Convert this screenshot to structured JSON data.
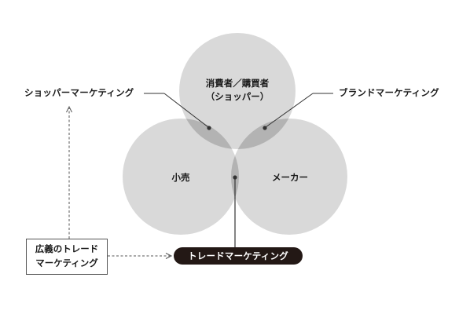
{
  "diagram": {
    "circles": {
      "consumer_line1": "消費者／購買者",
      "consumer_line2": "（ショッパー）",
      "retail": "小売",
      "maker": "メーカー"
    },
    "labels": {
      "shopper_marketing": "ショッパーマーケティング",
      "brand_marketing": "ブランドマーケティング",
      "trade_marketing": "トレードマーケティング",
      "broad_trade_line1": "広義のトレード",
      "broad_trade_line2": "マーケティング"
    },
    "colors": {
      "circle_fill": "#d9d9d9",
      "overlap_fill": "#b3b3b3",
      "pill_fill": "#231815",
      "line": "#333333"
    }
  }
}
